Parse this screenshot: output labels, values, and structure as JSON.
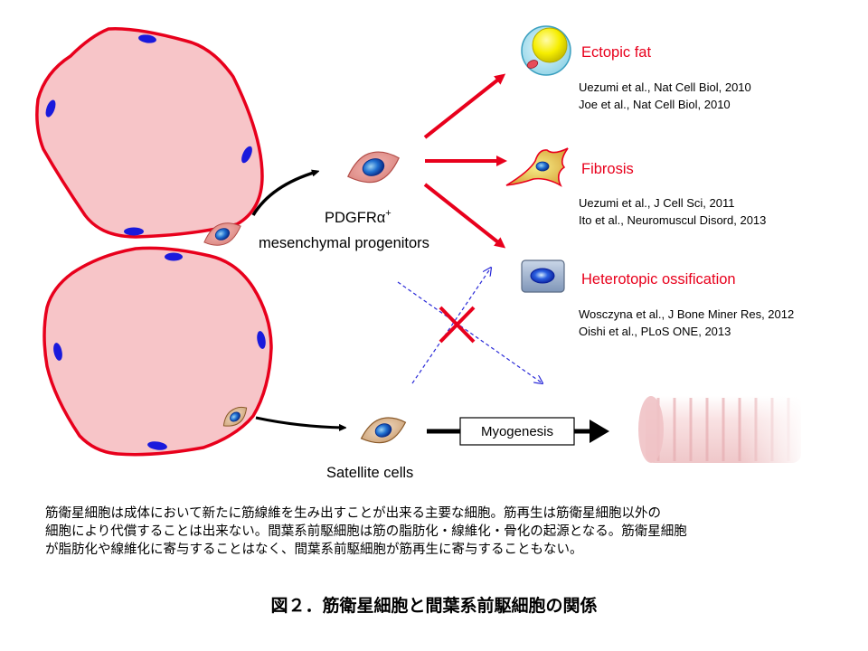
{
  "labels": {
    "pdgfra_main": "PDGFR",
    "pdgfra_alpha": "α",
    "pdgfra_sup": "+",
    "pdgfra_sub": "mesenchymal progenitors",
    "satellite": "Satellite cells",
    "myogenesis": "Myogenesis"
  },
  "outcomes": [
    {
      "name": "Ectopic fat",
      "refs": [
        "Uezumi et al., Nat Cell Biol, 2010",
        "Joe et al., Nat Cell Biol, 2010"
      ]
    },
    {
      "name": "Fibrosis",
      "refs": [
        "Uezumi et al., J Cell Sci, 2011",
        "Ito et al., Neuromuscul Disord, 2013"
      ]
    },
    {
      "name": "Heterotopic ossification",
      "refs": [
        "Wosczyna et al., J Bone Miner Res, 2012",
        "Oishi et al., PLoS ONE, 2013"
      ]
    }
  ],
  "caption": [
    "筋衛星細胞は成体において新たに筋線維を生み出すことが出来る主要な細胞。筋再生は筋衛星細胞以外の",
    "細胞により代償することは出来ない。間葉系前駆細胞は筋の脂肪化・線維化・骨化の起源となる。筋衛星細胞",
    "が脂肪化や線維化に寄与することはなく、間葉系前駆細胞が筋再生に寄与することもない。"
  ],
  "figure_title": "図２．筋衛星細胞と間葉系前駆細胞の関係",
  "colors": {
    "fiber_fill": "#f7c5c8",
    "fiber_stroke": "#e8001c",
    "nucleus": "#1a1adc",
    "accent_red": "#e8001c",
    "dashed_blue": "#2a2ad8",
    "fat_yellow": "#f6ee00",
    "fat_halo": "#a9e3ef"
  }
}
